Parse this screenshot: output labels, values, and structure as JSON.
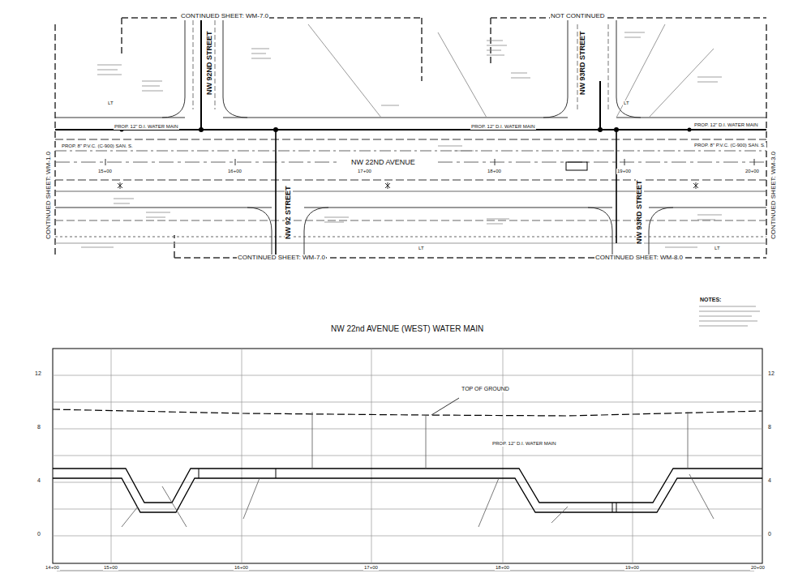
{
  "diagram": {
    "title": "NW 22nd AVENUE (WEST) WATER MAIN",
    "labels": [
      "CONTINUED SHEET: WM-7.0",
      "NOT CONTINUED",
      "NW 92ND STREET",
      "NW 93RD STREET",
      "NW 22ND AVENUE",
      "NW 92 STREET",
      "NW 93RD STREET",
      "CONTINUED SHEET: WM-7.0",
      "CONTINUED SHEET: WM-8.0",
      "CONTINUED SHEET: WM-1.0",
      "CONTINUED SHEET: WM-3.0",
      "PROP. 12\" D.I. WATER MAIN",
      "PROP. 12\" D.I. WATER MAIN",
      "PROP. 12\" D.I. WATER MAIN",
      "PROP. 8\" P.V.C. (C-900) SAN. S.",
      "PROP. 8\" P.V.C. (C-900) SAN. S.",
      "15+00",
      "16+00",
      "17+00",
      "18+00",
      "19+00",
      "20+00",
      "LT",
      "LT",
      "LT",
      "LT",
      "NOTES:",
      "TOP OF GROUND",
      "PROP. 12\" D.I. WATER MAIN",
      "12",
      "8",
      "4",
      "0",
      "12",
      "8",
      "4",
      "0",
      "14+00",
      "15+00",
      "16+00",
      "17+00",
      "18+00",
      "19+00",
      "20+00"
    ]
  }
}
